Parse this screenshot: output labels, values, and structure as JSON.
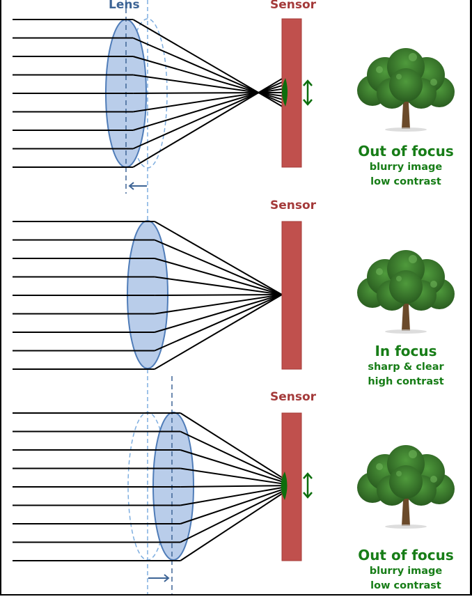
{
  "labels": {
    "lens": "Lens",
    "sensor_top": "Sensor",
    "sensor_middle": "Sensor",
    "sensor_bottom": "Sensor"
  },
  "panels": [
    {
      "title": "Out of focus",
      "line1": "blurry image",
      "line2": "low contrast"
    },
    {
      "title": "In focus",
      "line1": "sharp & clear",
      "line2": "high contrast"
    },
    {
      "title": "Out of focus",
      "line1": "blurry image",
      "line2": "low contrast"
    }
  ],
  "colors": {
    "lens_fill": "#b9cdea",
    "lens_stroke": "#4f7cb8",
    "sensor_fill": "#c0504d",
    "sensor_stroke": "#a63b38",
    "caption": "#177d17",
    "blur_spot": "#0d6e0d",
    "ray": "#000000",
    "reference_line": "#7eaee0",
    "tree_foliage": "#2f6e24",
    "tree_trunk": "#6b4a2a"
  },
  "icons": [
    "tree-icon",
    "double-arrow-icon",
    "left-arrow-icon",
    "right-arrow-icon"
  ]
}
